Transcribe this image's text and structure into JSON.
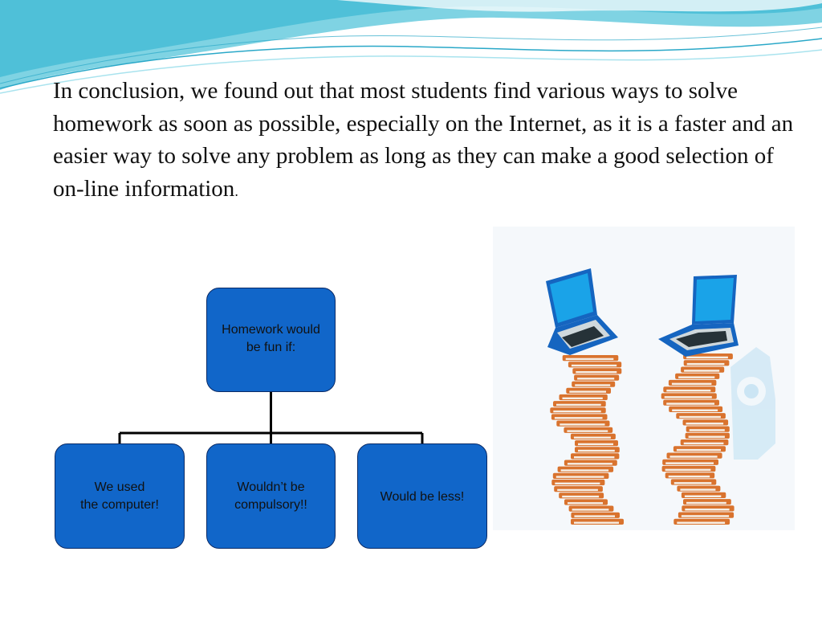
{
  "body": {
    "paragraph": "In conclusion, we found out that most students find various ways to solve homework as soon as possible, especially on the Internet, as it is a faster and an easier way to solve any problem as long as they can make a good selection of on-line information",
    "paragraph_end": "."
  },
  "diagram": {
    "root": "Homework would\nbe fun if:",
    "children": [
      "We used\nthe computer!",
      "Wouldn’t be\ncompulsory!!",
      "Would be less!"
    ]
  },
  "illustration": {
    "subject": "laptops-on-book-stacks",
    "colors": {
      "screen": "#1aa3e8",
      "laptop_body": "#1565c0",
      "books": "#d9732e",
      "pages": "#f6efe6"
    }
  },
  "theme": {
    "wave_colors": [
      "#5fc9dd",
      "#a9e3ee",
      "#2aa8c8"
    ],
    "box_fill": "#1166c9",
    "box_border": "#0a2a66"
  }
}
